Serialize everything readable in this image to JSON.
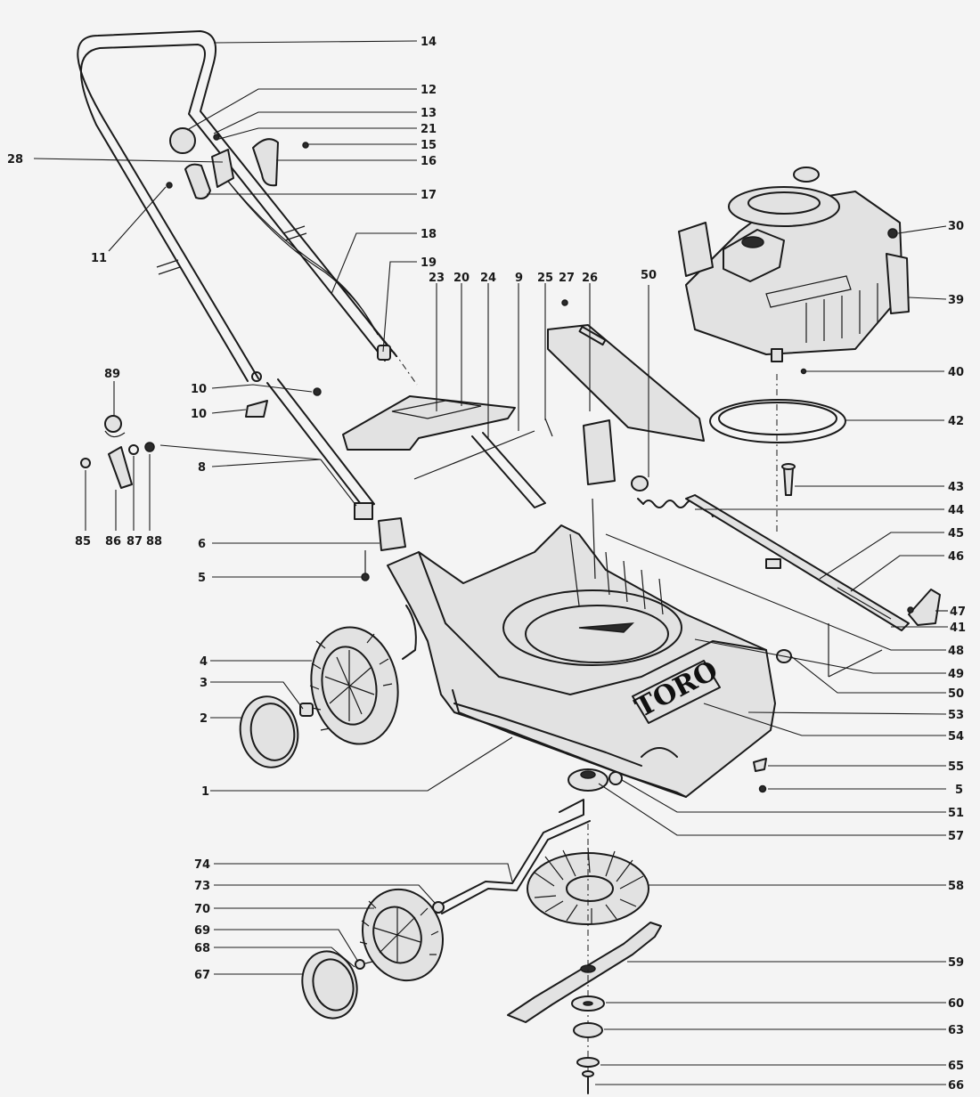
{
  "labels": [
    {
      "id": "p14",
      "text": "14"
    },
    {
      "id": "p12",
      "text": "12"
    },
    {
      "id": "p13",
      "text": "13"
    },
    {
      "id": "p21",
      "text": "21"
    },
    {
      "id": "p15",
      "text": "15"
    },
    {
      "id": "p16",
      "text": "16"
    },
    {
      "id": "p28",
      "text": "28"
    },
    {
      "id": "p17",
      "text": "17"
    },
    {
      "id": "p11",
      "text": "11"
    },
    {
      "id": "p18",
      "text": "18"
    },
    {
      "id": "p19",
      "text": "19"
    },
    {
      "id": "p23",
      "text": "23"
    },
    {
      "id": "p20",
      "text": "20"
    },
    {
      "id": "p24",
      "text": "24"
    },
    {
      "id": "p9",
      "text": "9"
    },
    {
      "id": "p25",
      "text": "25"
    },
    {
      "id": "p27",
      "text": "27"
    },
    {
      "id": "p26",
      "text": "26"
    },
    {
      "id": "p50a",
      "text": "50"
    },
    {
      "id": "p30",
      "text": "30"
    },
    {
      "id": "p39",
      "text": "39"
    },
    {
      "id": "p40",
      "text": "40"
    },
    {
      "id": "p42",
      "text": "42"
    },
    {
      "id": "p43",
      "text": "43"
    },
    {
      "id": "p44",
      "text": "44"
    },
    {
      "id": "p45",
      "text": "45"
    },
    {
      "id": "p46",
      "text": "46"
    },
    {
      "id": "p47",
      "text": "47"
    },
    {
      "id": "p41",
      "text": "41"
    },
    {
      "id": "p48",
      "text": "48"
    },
    {
      "id": "p49",
      "text": "49"
    },
    {
      "id": "p50b",
      "text": "50"
    },
    {
      "id": "p53",
      "text": "53"
    },
    {
      "id": "p54",
      "text": "54"
    },
    {
      "id": "p55",
      "text": "55"
    },
    {
      "id": "p5b",
      "text": "5"
    },
    {
      "id": "p51",
      "text": "51"
    },
    {
      "id": "p57",
      "text": "57"
    },
    {
      "id": "p58",
      "text": "58"
    },
    {
      "id": "p59",
      "text": "59"
    },
    {
      "id": "p60",
      "text": "60"
    },
    {
      "id": "p63",
      "text": "63"
    },
    {
      "id": "p65",
      "text": "65"
    },
    {
      "id": "p66",
      "text": "66"
    },
    {
      "id": "p89",
      "text": "89"
    },
    {
      "id": "p10a",
      "text": "10"
    },
    {
      "id": "p10b",
      "text": "10"
    },
    {
      "id": "p8",
      "text": "8"
    },
    {
      "id": "p6",
      "text": "6"
    },
    {
      "id": "p5a",
      "text": "5"
    },
    {
      "id": "p85",
      "text": "85"
    },
    {
      "id": "p86",
      "text": "86"
    },
    {
      "id": "p87",
      "text": "87"
    },
    {
      "id": "p88",
      "text": "88"
    },
    {
      "id": "p4",
      "text": "4"
    },
    {
      "id": "p3",
      "text": "3"
    },
    {
      "id": "p2",
      "text": "2"
    },
    {
      "id": "p1",
      "text": "1"
    },
    {
      "id": "p74",
      "text": "74"
    },
    {
      "id": "p73",
      "text": "73"
    },
    {
      "id": "p70",
      "text": "70"
    },
    {
      "id": "p69",
      "text": "69"
    },
    {
      "id": "p68",
      "text": "68"
    },
    {
      "id": "p67",
      "text": "67"
    }
  ],
  "logo_text": "TORO",
  "colors": {
    "ink": "#1a1a1a",
    "paper": "#f4f4f4"
  }
}
